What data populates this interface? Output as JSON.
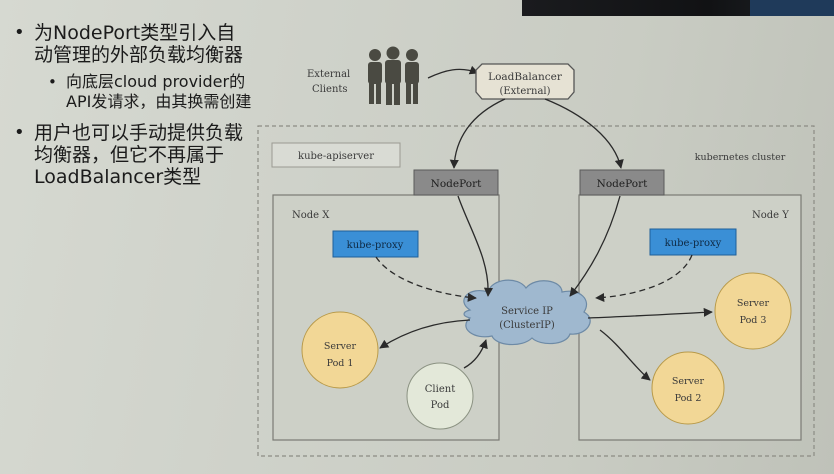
{
  "slide": {
    "bullets": [
      {
        "level": 1,
        "text": "为NodePort类型引入自动管理的外部负载均衡器"
      },
      {
        "level": 2,
        "text": "向底层cloud provider的API发请求，由其换需创建"
      },
      {
        "level": 1,
        "text": "用户也可以手动提供负载均衡器，但它不再属于LoadBalancer类型"
      }
    ]
  },
  "diagram": {
    "external_clients_line1": "External",
    "external_clients_line2": "Clients",
    "loadbalancer_line1": "LoadBalancer",
    "loadbalancer_line2": "(External)",
    "apiserver": "kube-apiserver",
    "cluster": "kubernetes cluster",
    "nodeport_left": "NodePort",
    "nodeport_right": "NodePort",
    "node_x": "Node X",
    "node_y": "Node Y",
    "kube_proxy_left": "kube-proxy",
    "kube_proxy_right": "kube-proxy",
    "service_ip_line1": "Service IP",
    "service_ip_line2": "(ClusterIP)",
    "server_pod1_line1": "Server",
    "server_pod1_line2": "Pod 1",
    "client_pod_line1": "Client",
    "client_pod_line2": "Pod",
    "server_pod3_line1": "Server",
    "server_pod3_line2": "Pod 3",
    "server_pod2_line1": "Server",
    "server_pod2_line2": "Pod 2"
  },
  "colors": {
    "pod_fill": "#f2d796",
    "client_pod_fill": "#e3e8d9",
    "kube_proxy_fill": "#3a8fd6",
    "nodeport_fill": "#8a8a8a",
    "cloud_fill": "#9fb8cf",
    "people": "#4a4a42"
  }
}
